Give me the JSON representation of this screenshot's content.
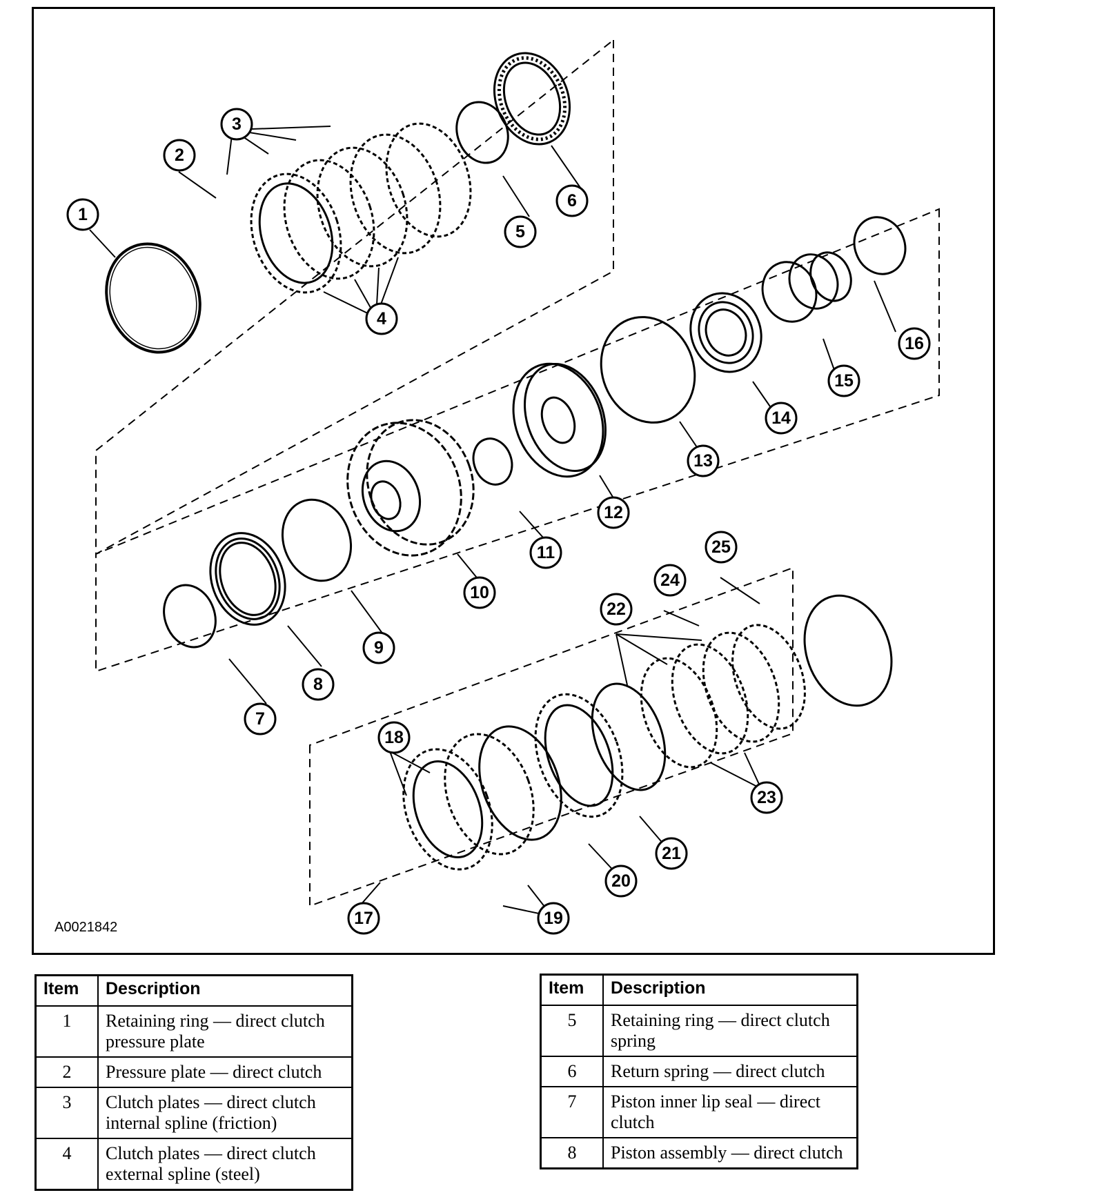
{
  "figure": {
    "id": "A0021842",
    "callouts": [
      "1",
      "2",
      "3",
      "4",
      "5",
      "6",
      "7",
      "8",
      "9",
      "10",
      "11",
      "12",
      "13",
      "14",
      "15",
      "16",
      "17",
      "18",
      "19",
      "20",
      "21",
      "22",
      "23",
      "24",
      "25"
    ]
  },
  "legend_left": {
    "header_item": "Item",
    "header_description": "Description",
    "rows": [
      {
        "item": "1",
        "description": "Retaining ring — direct clutch pressure plate"
      },
      {
        "item": "2",
        "description": "Pressure plate — direct clutch"
      },
      {
        "item": "3",
        "description": "Clutch plates — direct clutch internal spline (friction)"
      },
      {
        "item": "4",
        "description": "Clutch plates — direct clutch external spline (steel)"
      }
    ]
  },
  "legend_right": {
    "header_item": "Item",
    "header_description": "Description",
    "rows": [
      {
        "item": "5",
        "description": "Retaining ring — direct clutch spring"
      },
      {
        "item": "6",
        "description": "Return spring — direct clutch"
      },
      {
        "item": "7",
        "description": "Piston inner lip seal — direct clutch"
      },
      {
        "item": "8",
        "description": "Piston assembly — direct clutch"
      }
    ]
  }
}
